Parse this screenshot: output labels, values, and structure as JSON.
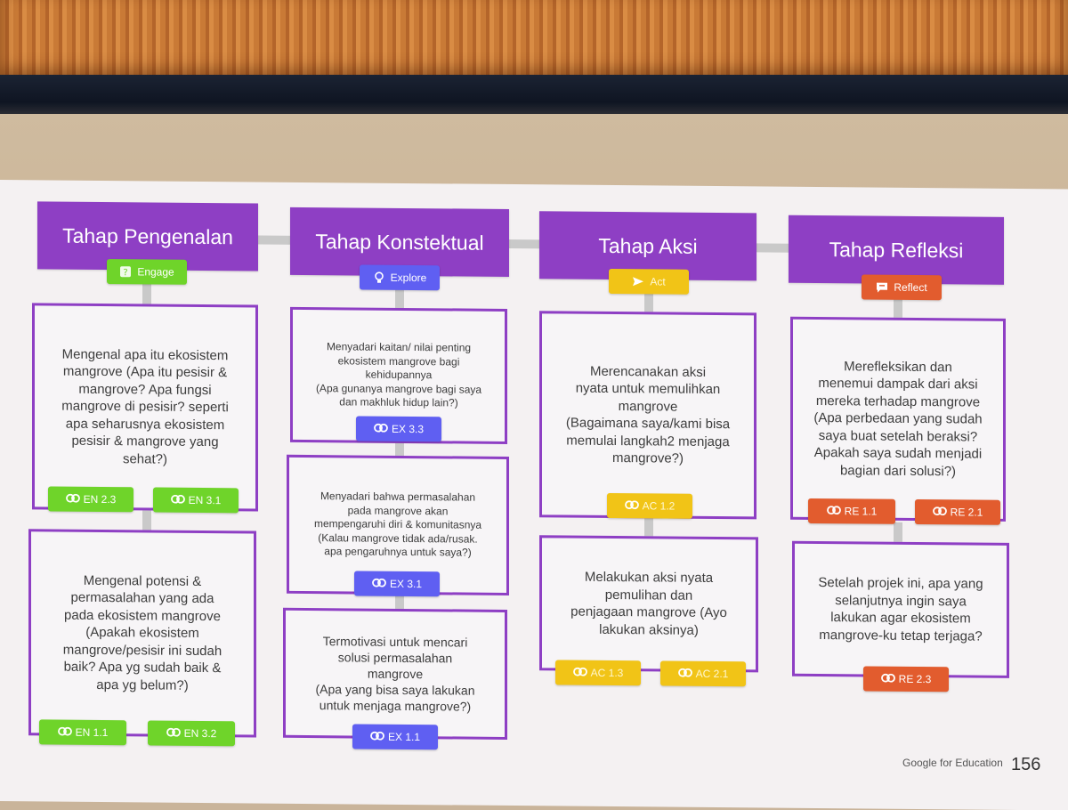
{
  "stages": [
    {
      "title": "Tahap Pengenalan",
      "tag": {
        "label": "Engage",
        "icon": "question-box-icon",
        "color": "#6fd42a"
      },
      "cards": [
        {
          "text": "Mengenal apa itu ekosistem\nmangrove (Apa itu pesisir &\nmangrove? Apa fungsi\nmangrove di pesisir? seperti\napa seharusnya ekosistem\npesisir & mangrove yang\nsehat?)",
          "links": [
            "EN 2.3",
            "EN 3.1"
          ]
        },
        {
          "text": "Mengenal potensi &\npermasalahan yang ada\npada ekosistem mangrove\n(Apakah ekosistem\nmangrove/pesisir ini sudah\nbaik? Apa yg sudah baik &\napa yg belum?)",
          "links": [
            "EN 1.1",
            "EN 3.2"
          ]
        }
      ]
    },
    {
      "title": "Tahap Konstektual",
      "tag": {
        "label": "Explore",
        "icon": "lightbulb-icon",
        "color": "#5f5ff2"
      },
      "cards": [
        {
          "text": "Menyadari kaitan/ nilai penting\nekosistem mangrove bagi\nkehidupannya\n(Apa gunanya mangrove bagi saya\ndan makhluk hidup lain?)",
          "links": [
            "EX 3.3"
          ]
        },
        {
          "text": "Menyadari bahwa permasalahan\npada mangrove akan\nmempengaruhi diri & komunitasnya\n(Kalau mangrove tidak ada/rusak.\napa pengaruhnya untuk saya?)",
          "links": [
            "EX 3.1"
          ]
        },
        {
          "text": "Termotivasi untuk mencari\nsolusi permasalahan\nmangrove\n(Apa yang bisa saya lakukan\nuntuk menjaga mangrove?)",
          "links": [
            "EX 1.1"
          ]
        }
      ]
    },
    {
      "title": "Tahap Aksi",
      "tag": {
        "label": "Act",
        "icon": "send-arrow-icon",
        "color": "#f1c417"
      },
      "cards": [
        {
          "text": "Merencanakan aksi\nnyata untuk memulihkan\nmangrove\n(Bagaimana saya/kami bisa\nmemulai langkah2 menjaga\nmangrove?)",
          "links": [
            "AC 1.2"
          ]
        },
        {
          "text": "Melakukan aksi nyata\npemulihan dan\npenjagaan mangrove (Ayo\nlakukan aksinya)",
          "links": [
            "AC 1.3",
            "AC 2.1"
          ]
        }
      ]
    },
    {
      "title": "Tahap Refleksi",
      "tag": {
        "label": "Reflect",
        "icon": "feedback-icon",
        "color": "#e25c2e"
      },
      "cards": [
        {
          "text": "Merefleksikan dan\nmenemui dampak dari aksi\nmereka terhadap mangrove\n(Apa perbedaan yang sudah\nsaya buat setelah beraksi?\nApakah saya sudah menjadi\nbagian dari solusi?)",
          "links": [
            "RE 1.1",
            "RE 2.1"
          ]
        },
        {
          "text": "Setelah projek ini, apa yang\nselanjutnya ingin saya\nlakukan agar ekosistem\nmangrove-ku tetap terjaga?",
          "links": [
            "RE 2.3"
          ]
        }
      ]
    }
  ],
  "footer": {
    "brand_google": "Google",
    "brand_suffix": " for Education",
    "page_number": "156"
  }
}
